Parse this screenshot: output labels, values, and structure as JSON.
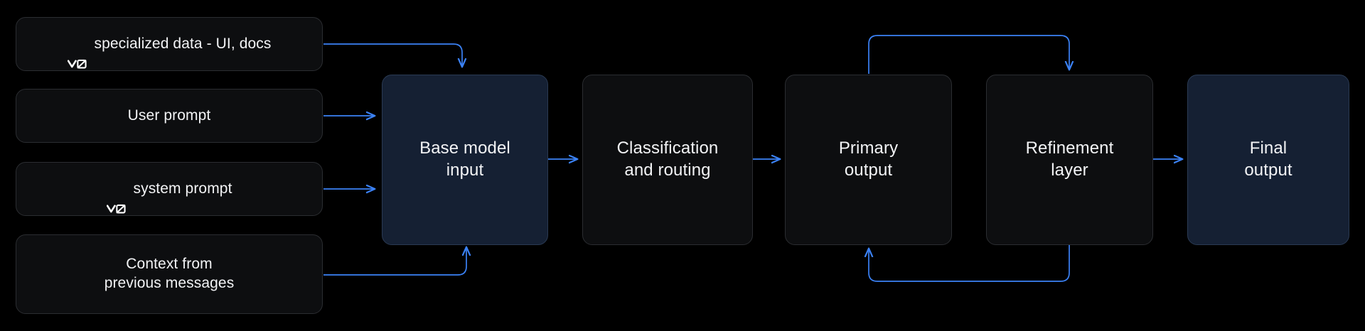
{
  "diagram": {
    "title": "v0 model pipeline flow",
    "background_color": "#000000",
    "accent_color": "#3b82f6",
    "node_dark_fill": "#0d0e10",
    "node_navy_fill": "#152033",
    "node_border_color": "#2b2d31",
    "text_color": "#f2f3f5"
  },
  "inputs": [
    {
      "id": "specialized-data",
      "label": "specialized data - UI, docs",
      "icon": "v0-logo-icon",
      "has_icon": true
    },
    {
      "id": "user-prompt",
      "label": "User prompt",
      "icon": "",
      "has_icon": false
    },
    {
      "id": "system-prompt",
      "label": "system prompt",
      "icon": "v0-logo-icon",
      "has_icon": true
    },
    {
      "id": "context-previous-messages",
      "label": "Context from\nprevious messages",
      "icon": "",
      "has_icon": false
    }
  ],
  "pipeline": [
    {
      "id": "base-model-input",
      "label": "Base model\ninput",
      "fill": "navy"
    },
    {
      "id": "classification-routing",
      "label": "Classification\nand routing",
      "fill": "dark"
    },
    {
      "id": "primary-output",
      "label": "Primary\noutput",
      "fill": "dark"
    },
    {
      "id": "refinement-layer",
      "label": "Refinement\nlayer",
      "fill": "dark"
    },
    {
      "id": "final-output",
      "label": "Final\noutput",
      "fill": "navy"
    }
  ],
  "connections": [
    {
      "from": "specialized-data",
      "to": "base-model-input",
      "style": "elbow-down",
      "arrow": true
    },
    {
      "from": "user-prompt",
      "to": "base-model-input",
      "style": "straight",
      "arrow": true
    },
    {
      "from": "system-prompt",
      "to": "base-model-input",
      "style": "straight",
      "arrow": true
    },
    {
      "from": "context-previous-messages",
      "to": "base-model-input",
      "style": "elbow-up",
      "arrow": true
    },
    {
      "from": "base-model-input",
      "to": "classification-routing",
      "style": "straight",
      "arrow": true
    },
    {
      "from": "classification-routing",
      "to": "primary-output",
      "style": "straight",
      "arrow": true
    },
    {
      "from": "primary-output",
      "to": "refinement-layer",
      "style": "loop-top",
      "arrow": true
    },
    {
      "from": "refinement-layer",
      "to": "primary-output",
      "style": "loop-bottom",
      "arrow": true
    },
    {
      "from": "refinement-layer",
      "to": "final-output",
      "style": "straight",
      "arrow": true
    }
  ]
}
